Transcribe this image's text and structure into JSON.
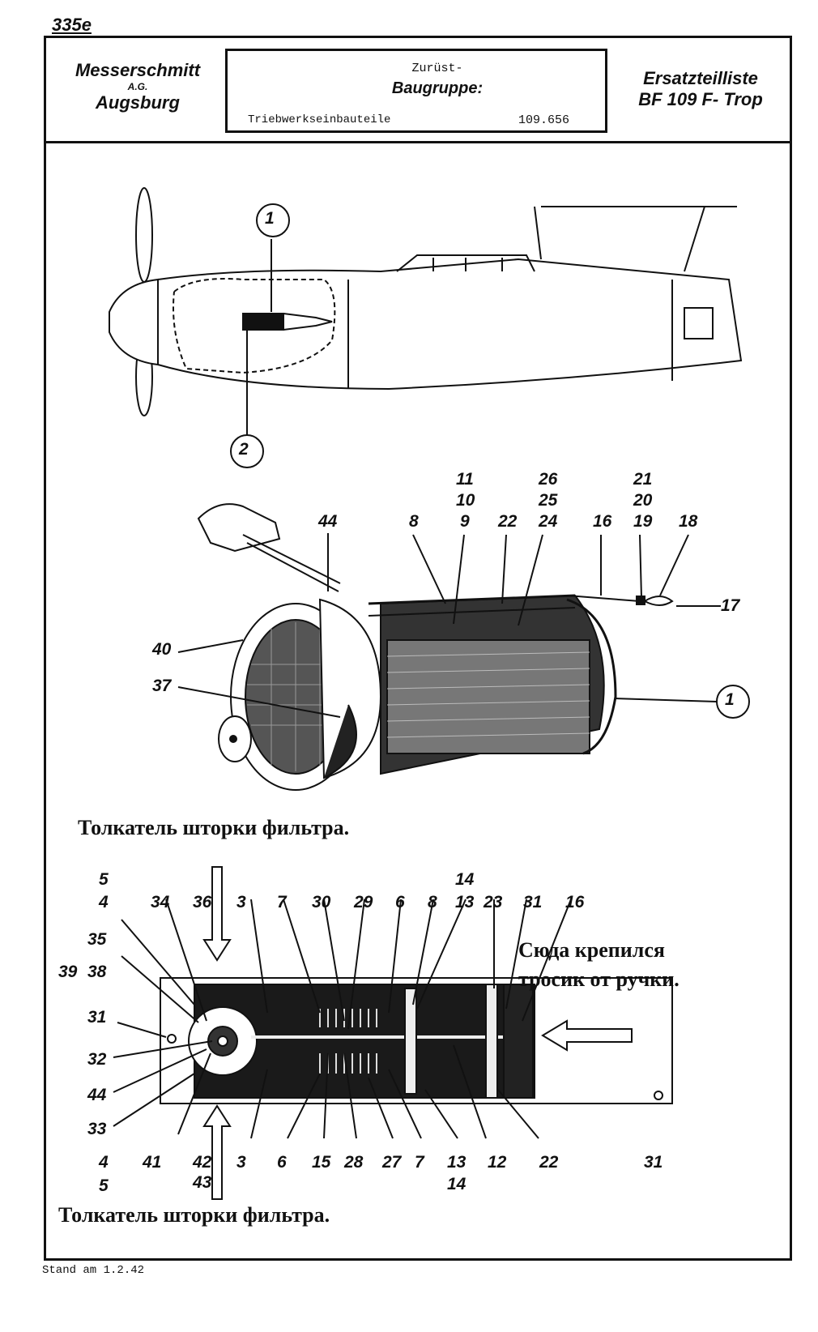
{
  "header": {
    "page_number": "335e",
    "company_line1": "Messerschmitt",
    "company_ag": "A.G.",
    "company_line2": "Augsburg",
    "zuruest": "Zurüst-",
    "baugruppe": "Baugruppe:",
    "group_name": "Triebwerkseinbauteile",
    "group_number": "109.656",
    "list_title": "Ersatzteilliste",
    "aircraft": "BF 109 F- Trop"
  },
  "top_callouts": {
    "circle_1_top": "1",
    "circle_2": "2",
    "circle_1_right": "1"
  },
  "top_labels": {
    "l44": "44",
    "l8": "8",
    "l11": "11",
    "l10": "10",
    "l9": "9",
    "l22": "22",
    "l26": "26",
    "l25": "25",
    "l24": "24",
    "l16": "16",
    "l21": "21",
    "l20": "20",
    "l19": "19",
    "l18": "18",
    "l17": "17",
    "l40": "40",
    "l37": "37"
  },
  "caption_top": "Толкатель шторки фильтра.",
  "bottom_labels_top": [
    "5",
    "4",
    "34",
    "36",
    "3",
    "7",
    "30",
    "29",
    "6",
    "8",
    "14",
    "13",
    "23",
    "31",
    "16",
    "35",
    "39",
    "38",
    "31",
    "32",
    "44",
    "33",
    "4",
    "5"
  ],
  "bottom_labels_bottom": [
    "41",
    "42",
    "43",
    "3",
    "6",
    "15",
    "28",
    "27",
    "7",
    "13",
    "14",
    "12",
    "22",
    "31"
  ],
  "annotation_right": [
    "Сюда крепился",
    "тросик от ручки."
  ],
  "caption_bottom": "Толкатель шторки фильтра.",
  "footer": "Stand am 1.2.42"
}
